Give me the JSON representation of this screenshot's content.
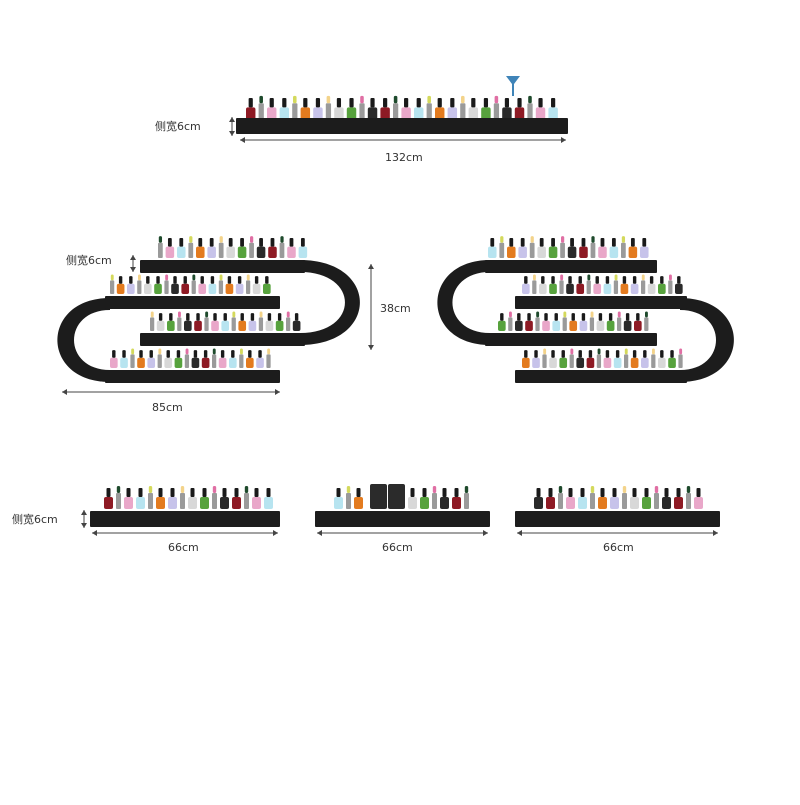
{
  "labels": {
    "top_side": "侧宽6cm",
    "top_length": "132cm",
    "mid_side": "侧宽6cm",
    "mid_height": "38cm",
    "mid_length": "85cm",
    "bottom_side": "侧宽6cm",
    "bottom_length_1": "66cm",
    "bottom_length_2": "66cm",
    "bottom_length_3": "66cm"
  },
  "colors": {
    "shelf": "#1c1c1c",
    "dimension_line": "#444444",
    "bottle_palette": [
      "#8e1a24",
      "#1e4a2c",
      "#e9a7c9",
      "#b7e4f0",
      "#d4d95c",
      "#e37b1f",
      "#c7c3ea",
      "#f3d38a",
      "#d8d8d8",
      "#57a23d",
      "#e06fa4",
      "#2a2a2a"
    ]
  }
}
